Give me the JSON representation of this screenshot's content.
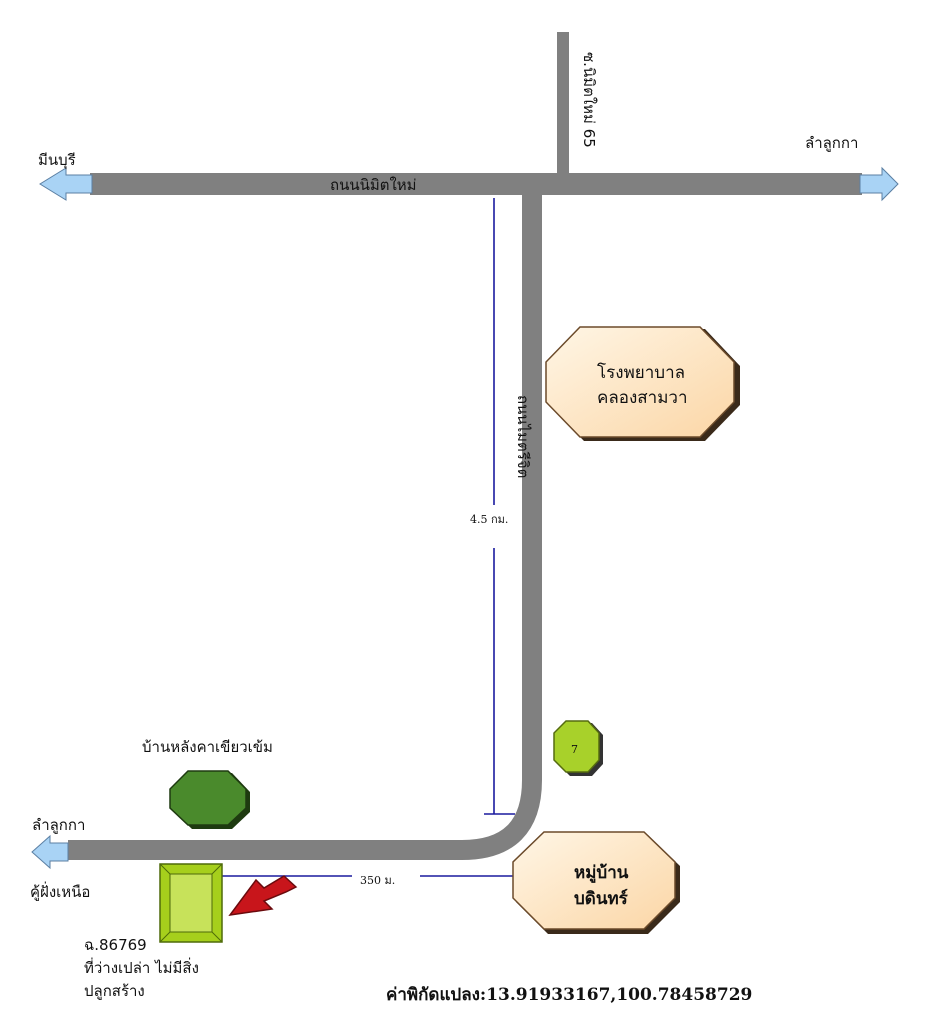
{
  "roads": {
    "main_road": "ถนนนิมิตใหม่",
    "side_soi": "ซ.นิมิตใหม่ 65",
    "vertical_road": "ถนนไมตรีจิต"
  },
  "directions": {
    "west_top": "มีนบุรี",
    "east_top": "ลำลูกกา",
    "west_bottom": "ลำลูกกา",
    "west_bottom_sub": "คู้ฝั่งเหนือ"
  },
  "distances": {
    "vertical": "4.5 กม.",
    "horizontal": "350 ม."
  },
  "landmarks": {
    "hospital": [
      "โรงพยาบาล",
      "คลองสามวา"
    ],
    "seven_eleven": "7",
    "green_roof_house": "บ้านหลังคาเขียวเข้ม",
    "village": [
      "หมู่บ้าน",
      "บดินทร์"
    ]
  },
  "parcel": {
    "lines": [
      "ฉ.86769",
      "ที่ว่างเปล่า ไม่มีสิ่ง",
      "ปลูกสร้าง"
    ]
  },
  "coordinates": "ค่าพิกัดแปลง:13.91933167,100.78458729",
  "colors": {
    "road": "#808080",
    "arrow": "#a9d3f5",
    "measure_line": "#1a1a9e",
    "hospital_fill": "#fde6c8",
    "green_house": "#4a8a2c",
    "seven_fill": "#a8d12a",
    "parcel_fill": "#a6cf1c",
    "pointer": "#c8151b"
  }
}
